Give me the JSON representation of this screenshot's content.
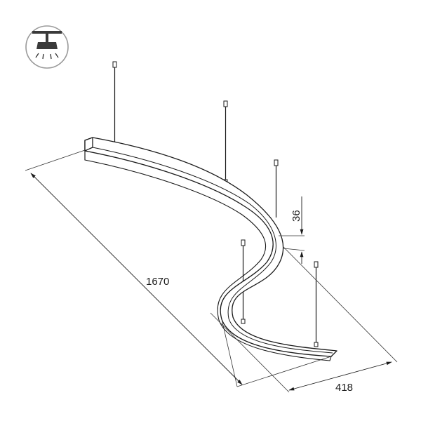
{
  "mount_icon": {
    "icon": "pendant-ceiling-mount-icon",
    "border_color": "#9a9a9a",
    "fill_color": "#3a3a3a"
  },
  "dimensions": {
    "length": "1670",
    "width": "418",
    "height": "36"
  },
  "line_color": "#1a1a1a"
}
